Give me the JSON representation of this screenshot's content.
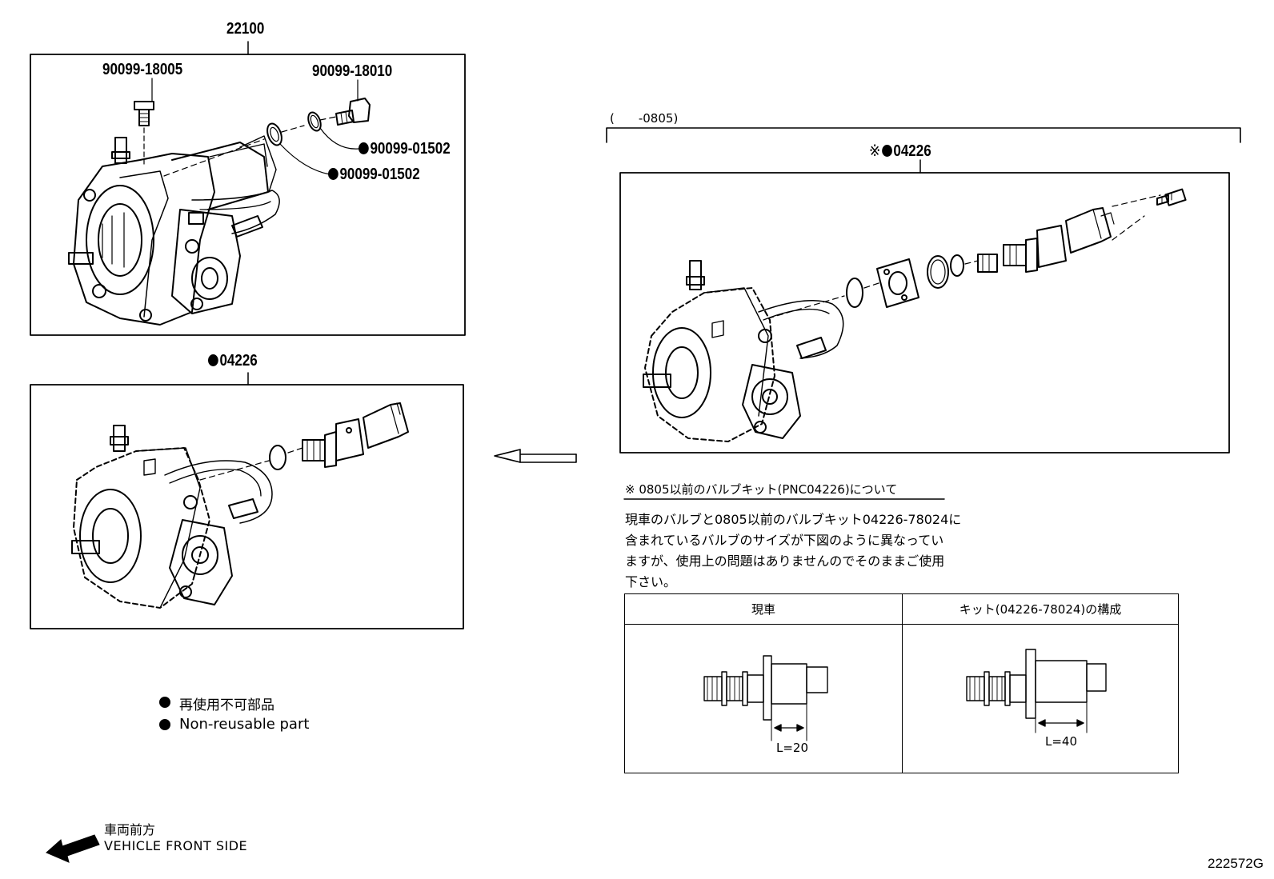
{
  "left_top": {
    "assembly_no": "22100",
    "plug_bolt_no": "90099-18005",
    "union_bolt_no": "90099-18010",
    "gasket_a_no": "90099-01502",
    "gasket_b_no": "90099-01502"
  },
  "left_bottom": {
    "kit_no": "04226"
  },
  "right": {
    "range_label": "(　　-0805)",
    "kit_prefix": "※",
    "kit_no": "04226"
  },
  "note": {
    "heading": "※ 0805以前のバルブキット(PNC04226)について",
    "lines": [
      "現車のバルブと0805以前のバルブキット04226-78024に",
      "含まれているバルブのサイズが下図のように異なってい",
      "ますが、使用上の問題はありませんのでそのままご使用",
      "下さい。"
    ],
    "table": {
      "col_current": "現車",
      "col_kit": "キット(04226-78024)の構成",
      "dim_current": "L=20",
      "dim_kit": "L=40"
    }
  },
  "legend": {
    "jp": "再使用不可部品",
    "en": "Non-reusable part"
  },
  "direction": {
    "jp": "車両前方",
    "en": "VEHICLE FRONT SIDE"
  },
  "figure_id": "222572G",
  "colors": {
    "ink": "#000000",
    "paper": "#ffffff"
  }
}
